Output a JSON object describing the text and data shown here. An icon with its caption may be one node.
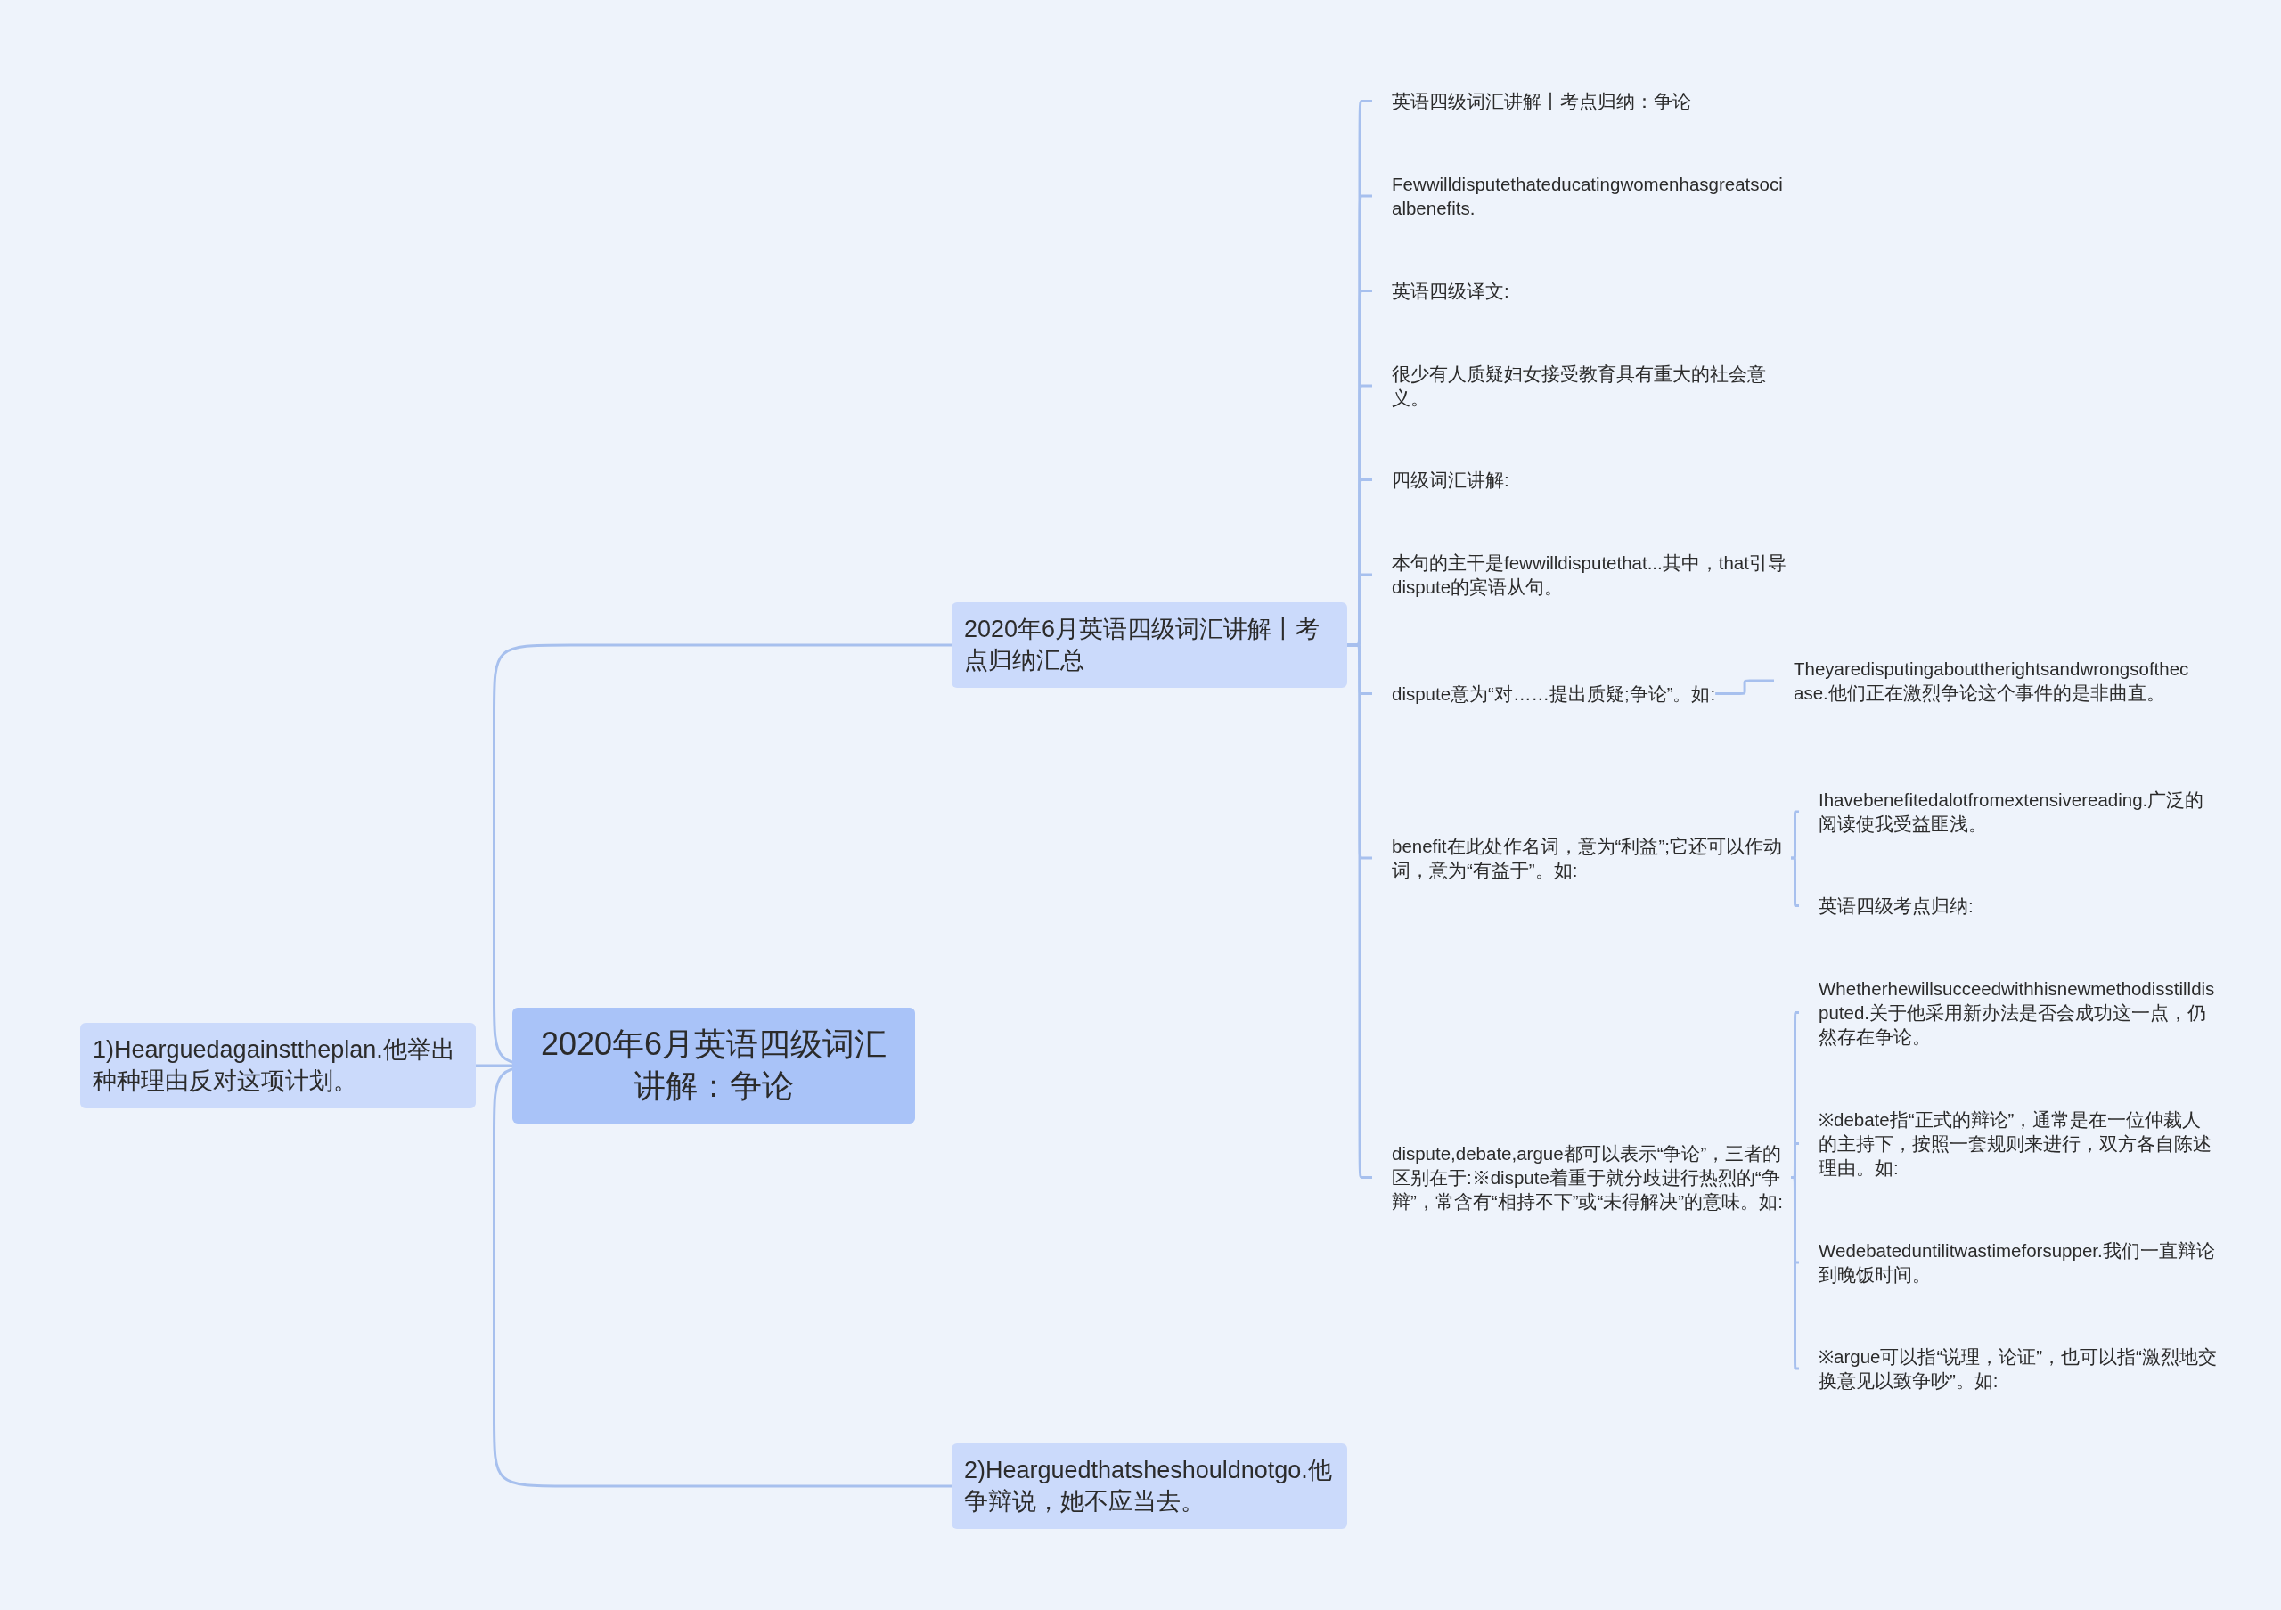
{
  "diagram": {
    "nodes": [
      {
        "text": [
          "2020年6月英语四级词汇讲解：争论"
        ]
      },
      {
        "text": [
          "1)Hearguedagainsttheplan.他举出种种理由反对这项计划。"
        ]
      },
      {
        "text": [
          "2020年6月英语四级词汇讲解丨考点归纳汇总"
        ]
      },
      {
        "text": [
          "英语四级词汇讲解丨考点归纳：争论"
        ]
      },
      {
        "text": [
          "Fewwilldisputethateducatingwomenhasgreatsocialbenefits."
        ]
      },
      {
        "text": [
          "英语四级译文:"
        ]
      },
      {
        "text": [
          "很少有人质疑妇女接受教育具有重大的社会意义。"
        ]
      },
      {
        "text": [
          "四级词汇讲解:"
        ]
      },
      {
        "text": [
          "本句的主干是fewwilldisputethat...其中，that引导dispute的宾语从句。"
        ]
      },
      {
        "text": [
          "dispute意为“对……提出质疑;争论”。如:"
        ]
      },
      {
        "text": [
          "Theyaredisputingabouttherightsandwrongsofthecase.他们正在激烈争论这个事件的是非曲直。"
        ]
      },
      {
        "text": [
          "benefit在此处作名词，意为“利益”;它还可以作动词，意为“有益于”。如:"
        ]
      },
      {
        "text": [
          "Ihavebenefitedalotfromextensivereading.广泛的阅读使我受益匪浅。"
        ]
      },
      {
        "text": [
          "英语四级考点归纳:"
        ]
      },
      {
        "text": [
          "dispute,debate,argue都可以表示“争论”，三者的区别在于:※dispute着重于就分歧进行热烈的“争辩”，常含有“相持不下”或“未得解决”的意味。如:"
        ]
      },
      {
        "text": [
          "Whetherhewillsucceedwithhisnewmethodisstilldisputed.关于他采用新办法是否会成功这一点，仍然存在争论。"
        ]
      },
      {
        "text": [
          "※debate指“正式的辩论”，通常是在一位仲裁人的主持下，按照一套规则来进行，双方各自陈述理由。如:"
        ]
      },
      {
        "text": [
          "Wedebateduntilitwastimeforsupper.我们一直辩论到晚饭时间。"
        ]
      },
      {
        "text": [
          "※argue可以指“说理，论证”，也可以指“激烈地交换意见以致争吵”。如:"
        ]
      },
      {
        "text": [
          "2)Hearguedthatsheshouldnotgo.他争辩说，她不应当去。"
        ]
      }
    ],
    "edges": [
      {
        "from": 0,
        "to": 1,
        "arrow": "none"
      },
      {
        "from": 0,
        "to": 2,
        "arrow": "none"
      },
      {
        "from": 0,
        "to": 19,
        "arrow": "none"
      },
      {
        "from": 2,
        "to": 3,
        "arrow": "none"
      },
      {
        "from": 2,
        "to": 4,
        "arrow": "none"
      },
      {
        "from": 2,
        "to": 5,
        "arrow": "none"
      },
      {
        "from": 2,
        "to": 6,
        "arrow": "none"
      },
      {
        "from": 2,
        "to": 7,
        "arrow": "none"
      },
      {
        "from": 2,
        "to": 8,
        "arrow": "none"
      },
      {
        "from": 2,
        "to": 9,
        "arrow": "none"
      },
      {
        "from": 9,
        "to": 10,
        "arrow": "none"
      },
      {
        "from": 2,
        "to": 11,
        "arrow": "none"
      },
      {
        "from": 11,
        "to": 12,
        "arrow": "none"
      },
      {
        "from": 11,
        "to": 13,
        "arrow": "none"
      },
      {
        "from": 2,
        "to": 14,
        "arrow": "none"
      },
      {
        "from": 14,
        "to": 15,
        "arrow": "none"
      },
      {
        "from": 14,
        "to": 16,
        "arrow": "none"
      },
      {
        "from": 14,
        "to": 17,
        "arrow": "none"
      },
      {
        "from": 14,
        "to": 18,
        "arrow": "none"
      }
    ]
  }
}
